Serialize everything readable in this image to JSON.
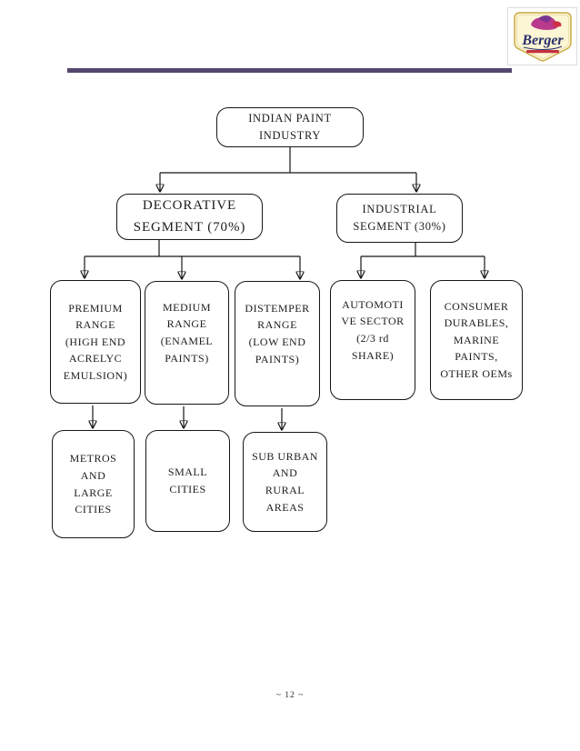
{
  "page": {
    "footer_page_number": "~ 12 ~"
  },
  "logo": {
    "brand": "Berger"
  },
  "colors": {
    "header_rule_purple": "#54486f",
    "diagram_line": "#161616",
    "logo_shield_fill": "#fcf6d4",
    "logo_shield_border": "#c9aa45",
    "logo_brand_blue": "#29306b",
    "logo_splash_magenta": "#b93a8c",
    "logo_splash_purple": "#7b3391",
    "logo_ribbon_red": "#c53040"
  },
  "diagram": {
    "type": "flowchart",
    "nodes": [
      {
        "id": "root",
        "label": "INDIAN PAINT\nINDUSTRY"
      },
      {
        "id": "decorative",
        "label": "DECORATIVE\nSEGMENT (70%)"
      },
      {
        "id": "industrial",
        "label": "INDUSTRIAL\nSEGMENT (30%)"
      },
      {
        "id": "premium",
        "label": "PREMIUM\nRANGE\n(HIGH END\nACRELYC\nEMULSION)"
      },
      {
        "id": "medium",
        "label": "MEDIUM\nRANGE\n(ENAMEL\nPAINTS)"
      },
      {
        "id": "distemper",
        "label": "DISTEMPER\nRANGE\n(LOW END\nPAINTS)"
      },
      {
        "id": "automotive",
        "label": "AUTOMOTI\nVE SECTOR\n(2/3 rd\nSHARE)"
      },
      {
        "id": "consumer",
        "label": "CONSUMER\nDURABLES,\nMARINE\nPAINTS,\nOTHER OEMs"
      },
      {
        "id": "metros",
        "label": "METROS\nAND\nLARGE\nCITIES"
      },
      {
        "id": "small_cities",
        "label": "SMALL\nCITIES"
      },
      {
        "id": "suburban",
        "label": "SUB URBAN\nAND\nRURAL\nAREAS"
      }
    ],
    "edges": [
      [
        "root",
        "decorative"
      ],
      [
        "root",
        "industrial"
      ],
      [
        "decorative",
        "premium"
      ],
      [
        "decorative",
        "medium"
      ],
      [
        "decorative",
        "distemper"
      ],
      [
        "industrial",
        "automotive"
      ],
      [
        "industrial",
        "consumer"
      ],
      [
        "premium",
        "metros"
      ],
      [
        "medium",
        "small_cities"
      ],
      [
        "distemper",
        "suburban"
      ]
    ]
  }
}
